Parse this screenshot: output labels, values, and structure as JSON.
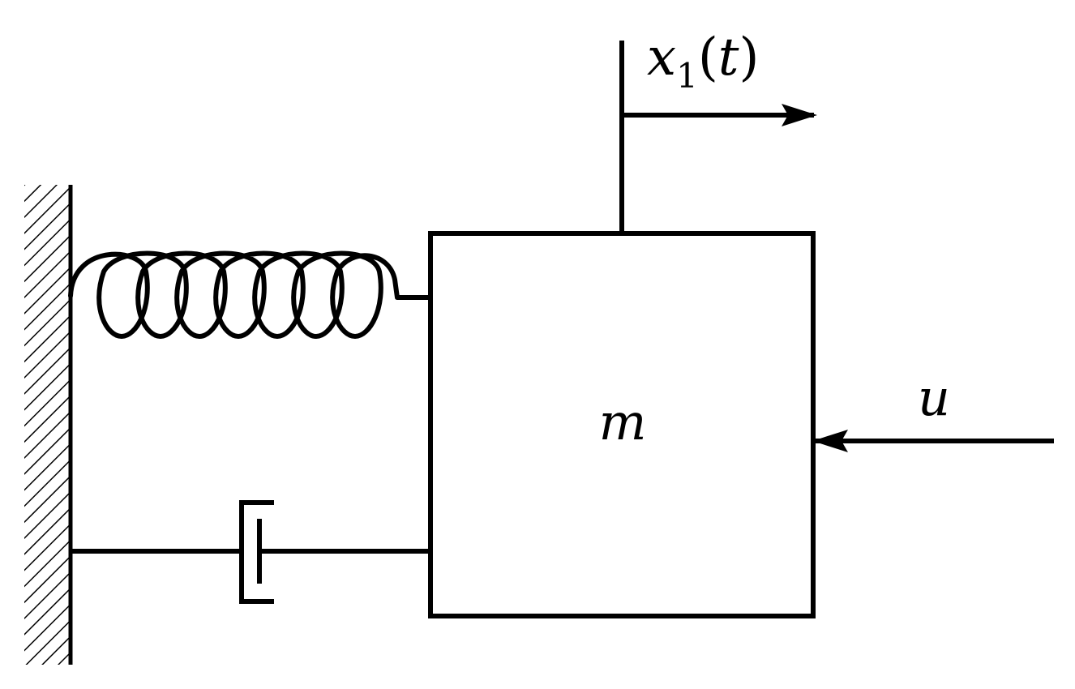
{
  "diagram": {
    "mass_label": "m",
    "input_label": "u",
    "displacement_label": {
      "var": "x",
      "sub": "1",
      "open_paren": "(",
      "arg": "t",
      "close_paren": ")"
    }
  },
  "colors": {
    "stroke": "#000000",
    "background": "#ffffff"
  },
  "components": [
    "wall",
    "spring",
    "damper",
    "mass",
    "input-force-arrow",
    "displacement-arrow"
  ]
}
